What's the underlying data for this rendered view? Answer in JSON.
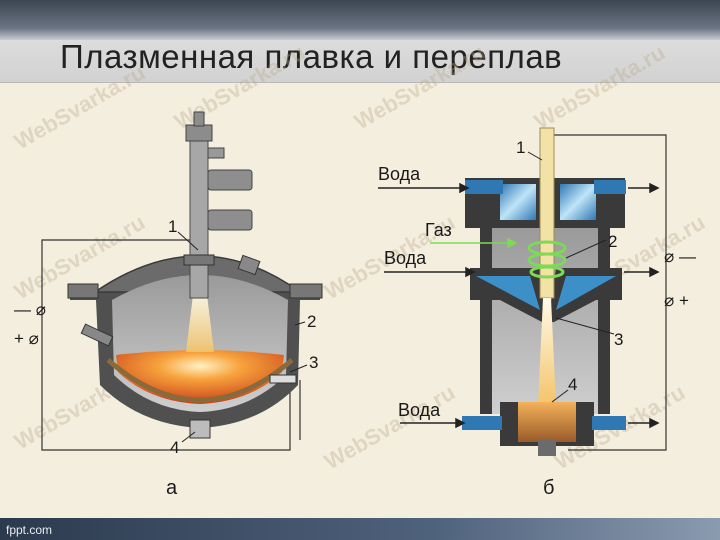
{
  "slide": {
    "title": "Плазменная плавка и переплав",
    "footer": "fppt.com"
  },
  "watermark": "WebSvarka.ru",
  "diagram_a": {
    "caption": "а",
    "labels": {
      "l1": "1",
      "l2": "2",
      "l3": "3",
      "l4": "4"
    },
    "polarity_minus": "— ⌀",
    "polarity_plus": "+ ⌀"
  },
  "diagram_b": {
    "caption": "б",
    "labels": {
      "l1": "1",
      "l2": "2",
      "l3": "3",
      "l4": "4"
    },
    "water_1": "Вода",
    "gas": "Газ",
    "water_2": "Вода",
    "water_3": "Вода",
    "polarity_minus": "⌀ —",
    "polarity_plus": "⌀ +"
  },
  "colors": {
    "steel": "#8a8a8a",
    "wall": "#4a4a4a",
    "melt": "#e35a1c",
    "plasma": "#f6e3a8",
    "water": "#3d8fc7"
  }
}
